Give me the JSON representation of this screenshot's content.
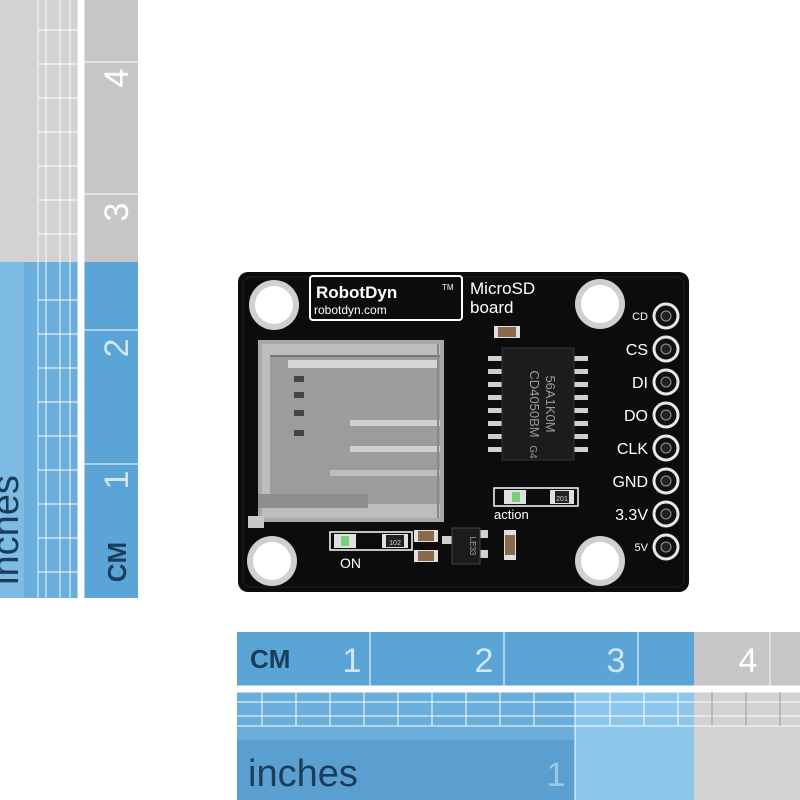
{
  "board": {
    "logo": "RobotDyn",
    "trademark": "TM",
    "website": "robotdyn.com",
    "title_line1": "MicroSD",
    "title_line2": "board",
    "chip_line1": "56A1K0M",
    "chip_line2": "CD4050BM",
    "chip_code": "G4",
    "led_on": "ON",
    "led_action": "action",
    "regulator": "LE33",
    "resistor_r1": "102",
    "resistor_r2": "201",
    "pins": [
      "CD",
      "CS",
      "DI",
      "DO",
      "CLK",
      "GND",
      "3.3V",
      "5V"
    ]
  },
  "ruler_vertical": {
    "units_cm": "CM",
    "units_in": "inches",
    "cm_numbers": [
      "1",
      "2",
      "3",
      "4"
    ]
  },
  "ruler_horizontal": {
    "units_cm": "CM",
    "units_in": "inches",
    "cm_numbers": [
      "1",
      "2",
      "3",
      "4"
    ],
    "in_numbers": [
      "1"
    ]
  },
  "colors": {
    "pcb": "#0c0c0c",
    "ruler_blue": "#6bb1dc",
    "ruler_gray": "#d4d4d4",
    "ruler_text": "#1a3d5c"
  }
}
